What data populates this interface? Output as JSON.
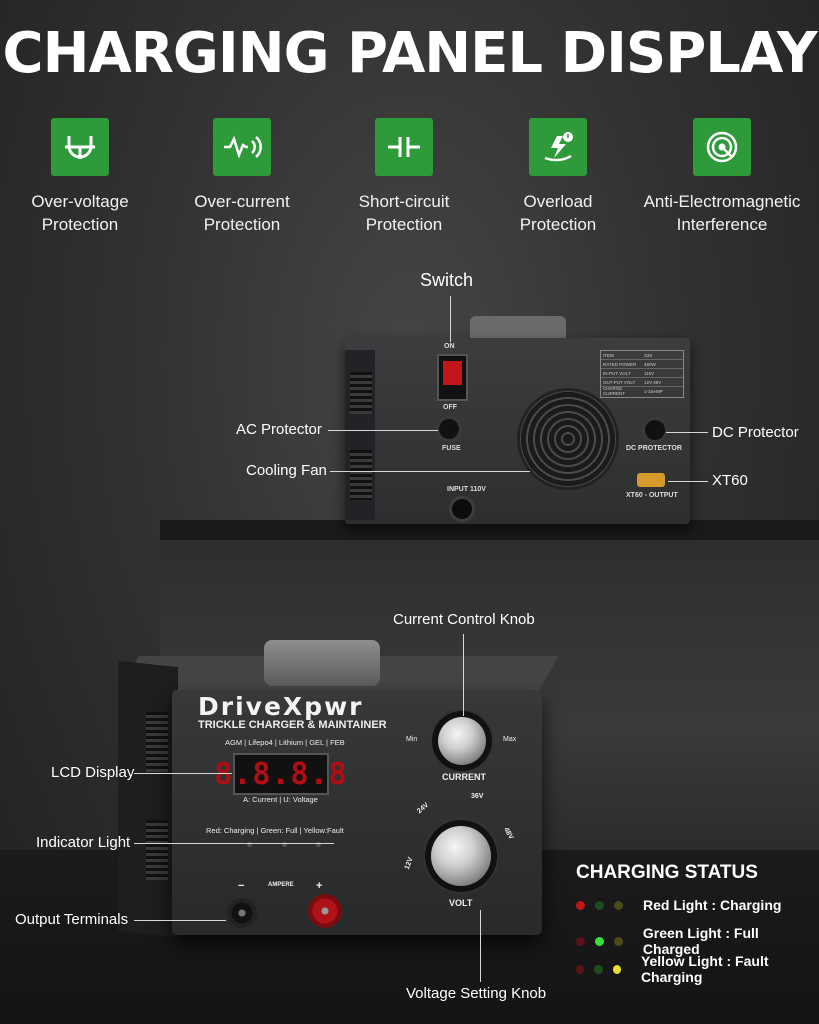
{
  "title": "CHARGING PANEL DISPLAY",
  "features": [
    {
      "icon": "over-voltage-icon",
      "line1": "Over-voltage",
      "line2": "Protection"
    },
    {
      "icon": "over-current-icon",
      "line1": "Over-current",
      "line2": "Protection"
    },
    {
      "icon": "short-circuit-icon",
      "line1": "Short-circuit",
      "line2": "Protection"
    },
    {
      "icon": "overload-icon",
      "line1": "Overload",
      "line2": "Protection"
    },
    {
      "icon": "anti-emi-icon",
      "line1": "Anti-Electromagnetic",
      "line2": "Interference"
    }
  ],
  "colors": {
    "accent": "#2e9a3a",
    "red": "#c2161b",
    "green": "#36e03a",
    "yellow": "#e8e02a"
  },
  "back_panel": {
    "callouts": {
      "switch": "Switch",
      "ac_protector": "AC Protector",
      "cooling_fan": "Cooling Fan",
      "dc_protector": "DC Protector",
      "xt60": "XT60"
    },
    "labels": {
      "on": "ON",
      "off": "OFF",
      "fuse": "FUSE",
      "dc_protector": "DC PROTECTOR",
      "input": "INPUT 110V",
      "xt60_output": "XT60 - OUTPUT"
    },
    "spec_table": [
      [
        "ITEM",
        "X20"
      ],
      [
        "RATED POWER",
        "450W"
      ],
      [
        "IN-PUT VOLT",
        "110V"
      ],
      [
        "OUT-PUT VOLT",
        "12V-48V"
      ],
      [
        "CHARGE CURRENT",
        "1-15AMP"
      ]
    ]
  },
  "front_panel": {
    "brand": "DriveXpwr",
    "subtitle": "TRICKLE CHARGER & MAINTAINER",
    "battery_types": "AGM | Lifepo4 | Lithium | GEL | FEB",
    "lcd_value": "8.8.8.8",
    "lcd_caption": "A: Current  |  U: Voltage",
    "indicator_caption": "Red: Charging   |  Green: Full    |  Yellow:Fault",
    "current_label": "CURRENT",
    "current_min": "Min",
    "current_max": "Max",
    "volt_label": "VOLT",
    "volt_ticks": [
      "12V",
      "24V",
      "36V",
      "48V"
    ],
    "ampere": "AMPERE",
    "minus": "−",
    "plus": "+",
    "callouts": {
      "current_knob": "Current Control Knob",
      "lcd": "LCD Display",
      "indicator": "Indicator Light",
      "output": "Output Terminals",
      "voltage_knob": "Voltage Setting Knob"
    }
  },
  "charging_status": {
    "title": "CHARGING STATUS",
    "rows": [
      {
        "label": "Red Light : Charging",
        "active": "red"
      },
      {
        "label": "Green Light : Full Charged",
        "active": "green"
      },
      {
        "label": "Yellow Light : Fault Charging",
        "active": "yellow"
      }
    ]
  }
}
